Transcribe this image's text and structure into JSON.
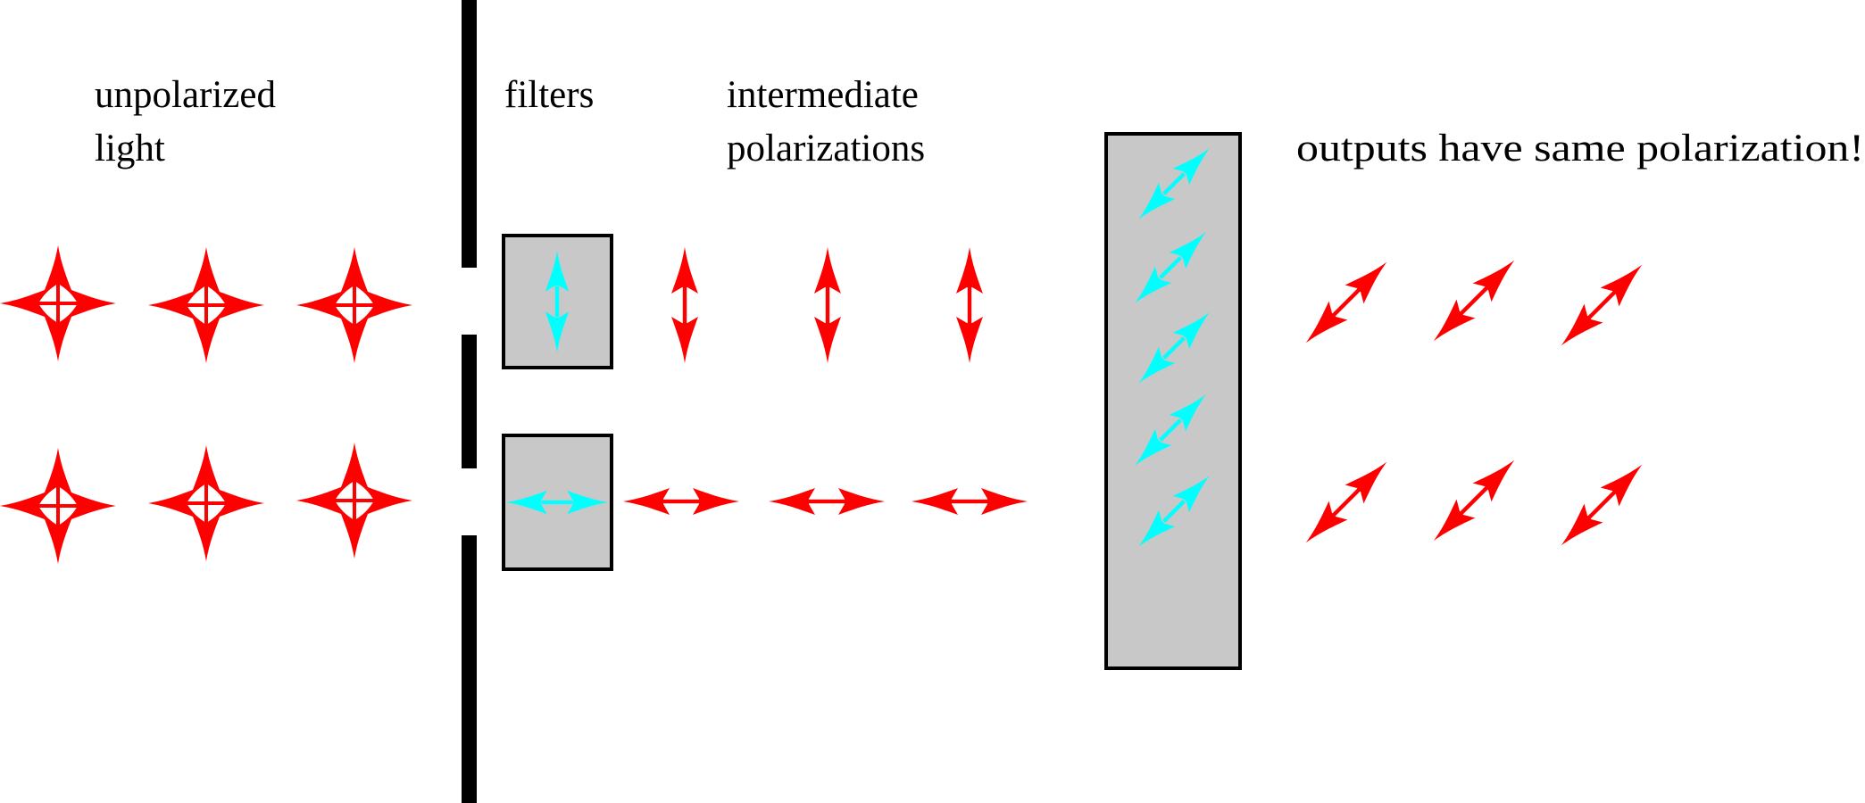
{
  "labels": {
    "unpolarized_line1": "unpolarized",
    "unpolarized_line2": "light",
    "filters": "filters",
    "intermediate_line1": "intermediate",
    "intermediate_line2": "polarizations",
    "outputs": "outputs have same polarization!"
  },
  "colors": {
    "light": "#ff0000",
    "filter_axis": "#00ffff",
    "filter_fill": "#c8c8c8",
    "filter_border": "#000000",
    "wall": "#000000",
    "background": "#ffffff"
  },
  "rows": [
    {
      "name": "top-beam",
      "input": "unpolarized",
      "input_count": 3,
      "filter_axis_angle_deg": 90,
      "intermediate_count": 3,
      "intermediate_angle_deg": 90,
      "output_count": 3,
      "output_angle_deg": 45
    },
    {
      "name": "bottom-beam",
      "input": "unpolarized",
      "input_count": 3,
      "filter_axis_angle_deg": 0,
      "intermediate_count": 3,
      "intermediate_angle_deg": 0,
      "output_count": 3,
      "output_angle_deg": 45
    }
  ],
  "final_filter": {
    "axis_angle_deg": 45,
    "axis_marker_count": 5
  },
  "wall": {
    "slit_count": 2
  }
}
